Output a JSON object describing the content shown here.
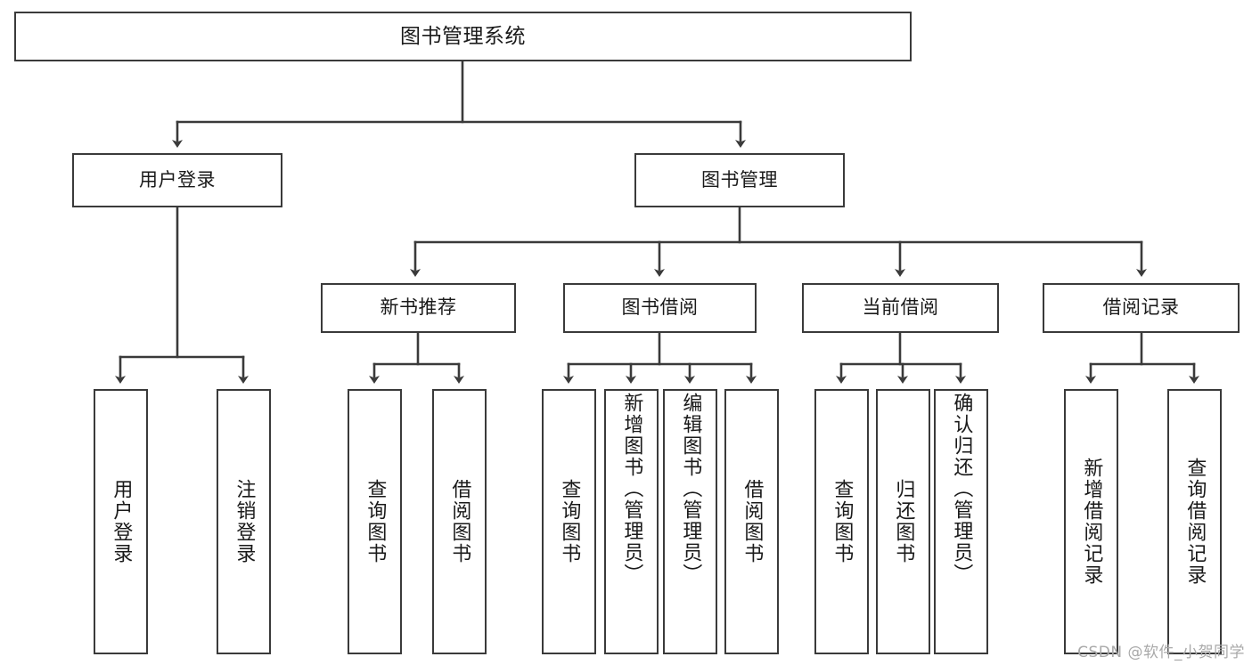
{
  "diagram": {
    "title": "图书管理系统",
    "type": "hierarchy-tree",
    "stroke_color": "#3a3a3a",
    "background_color": "#ffffff",
    "text_color": "#1a1a1a"
  },
  "root": {
    "label": "图书管理系统"
  },
  "level2": [
    {
      "label": "用户登录"
    },
    {
      "label": "图书管理"
    }
  ],
  "level3": [
    {
      "label": "新书推荐"
    },
    {
      "label": "图书借阅"
    },
    {
      "label": "当前借阅"
    },
    {
      "label": "借阅记录"
    }
  ],
  "leaves": {
    "user_login": [
      {
        "label": "用户登录"
      },
      {
        "label": "注销登录"
      }
    ],
    "new_book_rec": [
      {
        "label": "查询图书"
      },
      {
        "label": "借阅图书"
      }
    ],
    "book_borrow": [
      {
        "label": "查询图书"
      },
      {
        "label": "新增图书（管理员）"
      },
      {
        "label": "编辑图书（管理员）"
      },
      {
        "label": "借阅图书"
      }
    ],
    "current_borrow": [
      {
        "label": "查询图书"
      },
      {
        "label": "归还图书"
      },
      {
        "label": "确认归还（管理员）"
      }
    ],
    "borrow_record": [
      {
        "label": "新增借阅记录"
      },
      {
        "label": "查询借阅记录"
      }
    ]
  },
  "watermark": {
    "text": "CSDN @软件_小贺同学"
  }
}
